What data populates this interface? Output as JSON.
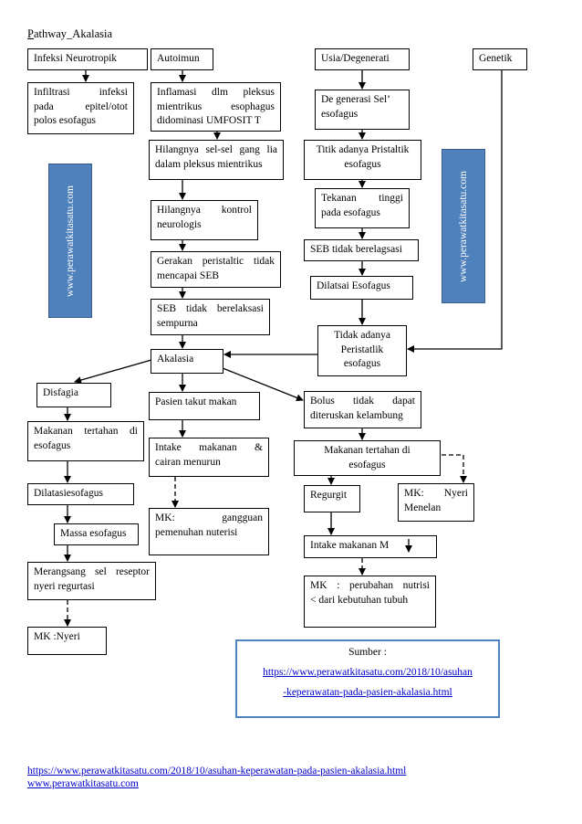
{
  "title": {
    "first": "P",
    "rest": "athway_Akalasia"
  },
  "boxes": {
    "infeksi_neurotropik": "Infeksi Neurotropik",
    "autoimun": "Autoimun",
    "usia_degenerati": "Usia/Degenerati",
    "genetik": "Genetik",
    "infiltrasi_l1": "Infiltrasi infeksi",
    "infiltrasi_l2": "pada epitel/otot",
    "infiltrasi_l3": "polos esofagus",
    "inflamasi_l1": "Inflamasi dlm pleksus",
    "inflamasi_l2": "mientrikus esophagus",
    "inflamasi_l3": "didominasi UMFOSIT T",
    "degenerasi_l1": "De generasi Sel’",
    "degenerasi_l2": "esofagus",
    "hilangnya_sel_l1": "Hilangnya sel-sel gang lia",
    "hilangnya_sel_l2": "dalam pleksus mientrikus",
    "titik_l1": "Titik adanya Pristaltik",
    "titik_l2": "esofagus",
    "hilangnya_kontrol_l1": "Hilangnya kontrol",
    "hilangnya_kontrol_l2": "neurologis",
    "tekanan_l1": "Tekanan tinggi",
    "tekanan_l2": "pada esofagus",
    "seb_berelagsasi": "SEB tidak berelagsasi",
    "gerakan_l1": "Gerakan peristaltic tidak",
    "gerakan_l2": "mencapai SEB",
    "dilatsai": "Dilatsai Esofagus",
    "seb_sempurna_l1": "SEB tidak berelaksasi",
    "seb_sempurna_l2": "sempurna",
    "tidak_adanya_l1": "Tidak adanya",
    "tidak_adanya_l2": "Peristatlik",
    "tidak_adanya_l3": "esofagus",
    "akalasia": "Akalasia",
    "disfagia": "Disfagia",
    "pasien_takut": "Pasien takut makan",
    "bolus_l1": "Bolus tidak dapat",
    "bolus_l2": "diteruskan kelambung",
    "makanan_tertahan_left_l1": "Makanan tertahan di",
    "makanan_tertahan_left_l2": "esofagus",
    "intake_cairan_l1": "Intake makanan &",
    "intake_cairan_l2": "cairan menurun",
    "makanan_tertahan_right_l1": "Makanan tertahan di",
    "makanan_tertahan_right_l2": "esofagus",
    "dilatasiesofagus": "Dilatasiesofagus",
    "mk_gangguan_l1": "MK: gangguan",
    "mk_gangguan_l2": "pemenuhan nuterisi",
    "regurgit": "Regurgit",
    "mk_nyeri_menelan_l1": "MK: Nyeri",
    "mk_nyeri_menelan_l2": "Menelan",
    "massa_esofagus": "Massa esofagus",
    "intake_makanan_m": "Intake makanan M",
    "merangsang_l1": "Merangsang sel reseptor",
    "merangsang_l2": "nyeri regurtasi",
    "mk_perubahan_l1": "MK : perubahan nutrisi",
    "mk_perubahan_l2": "< dari kebutuhan tubuh",
    "mk_nyeri": "MK :Nyeri"
  },
  "sidebar_text": "www.perawatkitasatu.com",
  "sumber": {
    "label": "Sumber :",
    "link_l1": "https://www.perawatkitasatu.com/2018/10/asuhan",
    "link_l2": "-keperawatan-pada-pasien-akalasia.html"
  },
  "footer": {
    "url": "https://www.perawatkitasatu.com/2018/10/asuhan-keperawatan-pada-pasien-akalasia.html",
    "site": "www.perawatkitasatu.com"
  },
  "colors": {
    "sidebar": "#4f81bd",
    "link": "#0000cc",
    "sumber_border": "#4f81bd"
  }
}
